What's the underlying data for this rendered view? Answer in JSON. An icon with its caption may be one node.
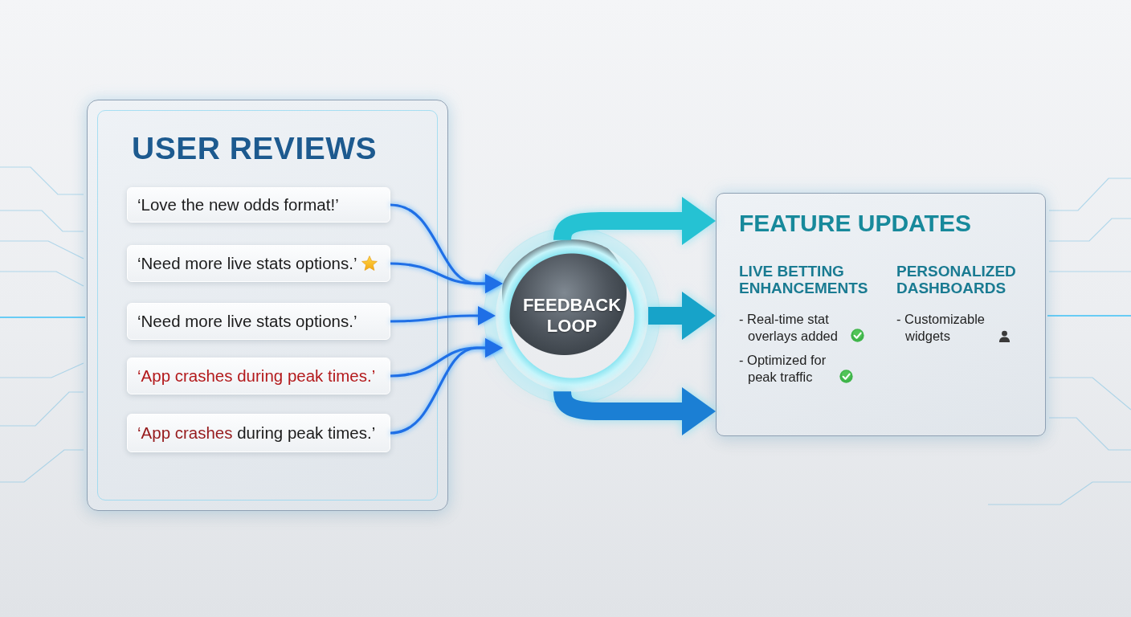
{
  "diagram": {
    "nodes": [
      {
        "text": [
          "USER REVIEWS"
        ]
      },
      {
        "text": [
          "‘Love the new odds format!’"
        ],
        "in": 0
      },
      {
        "text": [
          "‘Need more live stats options.’"
        ],
        "in": 0
      },
      {
        "text": [
          "‘Need more live stats options.’"
        ],
        "in": 0
      },
      {
        "text": [
          "‘App crashes during peak times.’"
        ],
        "in": 0
      },
      {
        "text": [
          "‘App crashes during peak times.’"
        ],
        "in": 0
      },
      {
        "text": [
          "FEEDBACK LOOP"
        ]
      },
      {
        "text": [
          "FEATURE UPDATES",
          "LIVE BETTING ENHANCEMENTS",
          "- Real-time stat overlays added",
          "- Optimized for peak traffic",
          "PERSONALIZED DASHBOARDS",
          "- Customizable widgets"
        ]
      }
    ],
    "edges": [
      {
        "from": 1,
        "to": 6,
        "arrow": "to"
      },
      {
        "from": 2,
        "to": 6,
        "arrow": "to"
      },
      {
        "from": 3,
        "to": 6,
        "arrow": "to"
      },
      {
        "from": 4,
        "to": 6,
        "arrow": "to"
      },
      {
        "from": 5,
        "to": 6,
        "arrow": "to"
      },
      {
        "from": 6,
        "to": 7,
        "arrow": "to",
        "style": "thick",
        "color": "#25c2d3"
      },
      {
        "from": 6,
        "to": 7,
        "arrow": "to",
        "style": "thick",
        "color": "#17a3c9"
      },
      {
        "from": 6,
        "to": 7,
        "arrow": "to",
        "style": "thick",
        "color": "#1b7fd4"
      }
    ]
  }
}
